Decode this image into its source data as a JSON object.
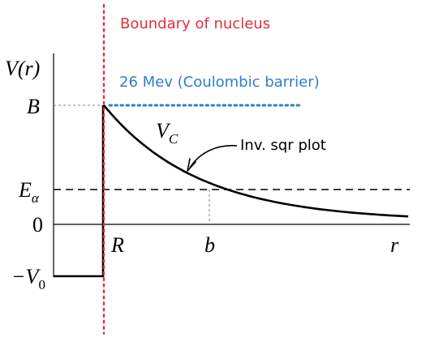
{
  "annotations": {
    "boundary_label": "Boundary of nucleus",
    "barrier_label": "26 Mev (Coulombic barrier)",
    "curve_label": "Inv. sqr plot"
  },
  "labels": {
    "y_axis": "V(r)",
    "b_level": "B",
    "vc_main": "V",
    "vc_sub": "C",
    "e_main": "E",
    "e_sub": "α",
    "zero": "0",
    "v0_prefix": "−V",
    "v0_sub": "0",
    "r_R": "R",
    "r_b": "b",
    "r_r": "r"
  },
  "colors": {
    "boundary": "#e0303a",
    "barrier": "#2f7fc8",
    "curve": "#000000",
    "guide": "#7f7f7f"
  }
}
